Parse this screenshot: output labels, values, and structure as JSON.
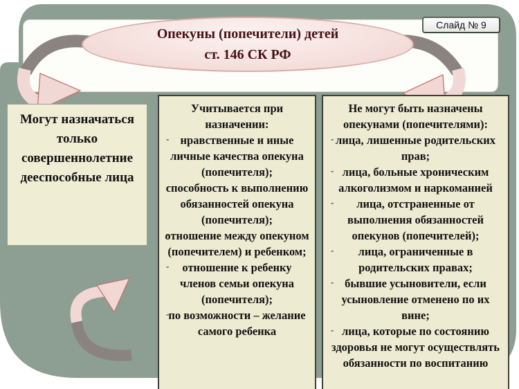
{
  "slide": {
    "badge": "Слайд № 9",
    "title_line1": "Опекуны (попечители) детей",
    "title_line2": "ст. 146 СК РФ"
  },
  "left_box": {
    "text": "Могут назначаться только совершеннолетние дееспособные лица"
  },
  "middle_box": {
    "header": "Учитывается при назначении:",
    "items": [
      "нравственные и иные личные качества опекуна (попечителя);",
      "способность к выполнению обязанностей опекуна (попечителя);",
      "отношение между опекуном (попечителем) и ребенком;",
      "отношение к ребенку членов семьи опекуна (попечителя);",
      "по возможности – желание самого ребенка"
    ]
  },
  "right_box": {
    "header": "Не могут быть назначены опекунами (попечителями):",
    "items": [
      "лица, лишенные родительских прав;",
      "лица, больные хроническим алкоголизмом и наркоманией",
      "лица, отстраненные от выполнения обязанностей опекунов (попечителей);",
      "лица, ограниченные в родительских правах;",
      "бывшие усыновители, если усыновление отменено по их вине;",
      "лица, которые по состоянию здоровья не могут осуществлять обязанности по воспитанию"
    ]
  },
  "colors": {
    "panel_green": "#8D9E92",
    "box_cream": "#EDEBD1",
    "left_box_cream": "#EFEDD3",
    "ellipse_pink": "#F6E2DF",
    "arrow_pink": "#F2D8D4",
    "arrow_gray": "#8B837F",
    "title_text": "#441114",
    "box_border": "#3F413B"
  }
}
